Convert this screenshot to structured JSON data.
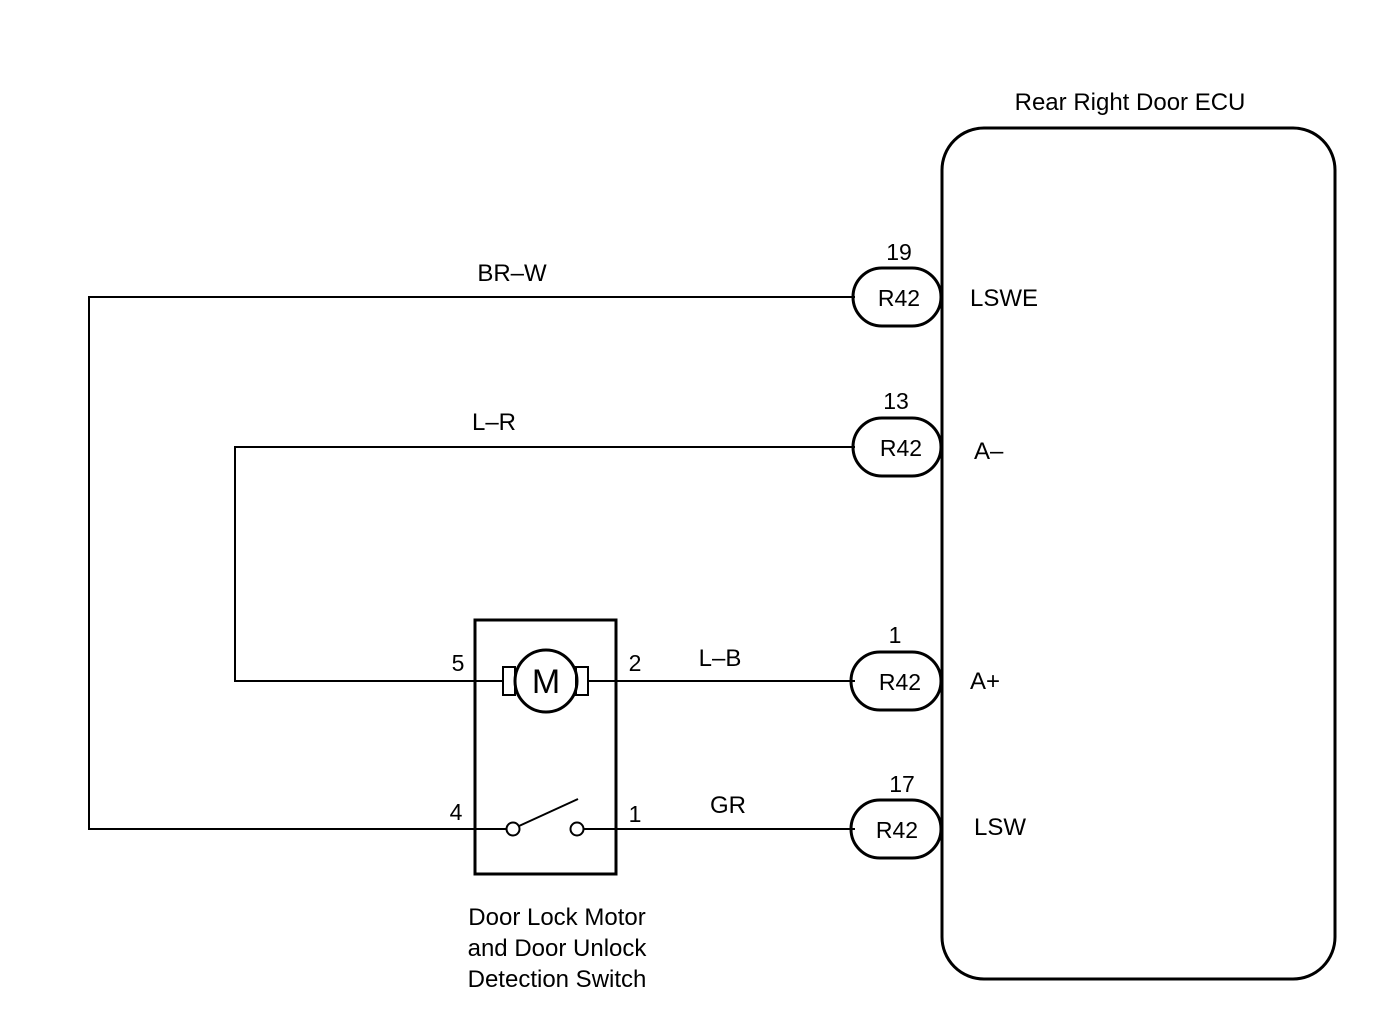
{
  "ecu": {
    "title": "Rear Right Door ECU",
    "pins": [
      {
        "label": "LSWE",
        "connector": "R42",
        "pin_number": "19",
        "wire_color": "BR–W"
      },
      {
        "label": "A–",
        "connector": "R42",
        "pin_number": "13",
        "wire_color": "L–R"
      },
      {
        "label": "A+",
        "connector": "R42",
        "pin_number": "1",
        "wire_color": "L–B"
      },
      {
        "label": "LSW",
        "connector": "R42",
        "pin_number": "17",
        "wire_color": "GR"
      }
    ]
  },
  "component": {
    "name_lines": [
      "Door Lock Motor",
      "and Door Unlock",
      "Detection Switch"
    ],
    "motor_symbol": "M",
    "pins": {
      "motor_left": "5",
      "motor_right": "2",
      "switch_left": "4",
      "switch_right": "1"
    }
  }
}
